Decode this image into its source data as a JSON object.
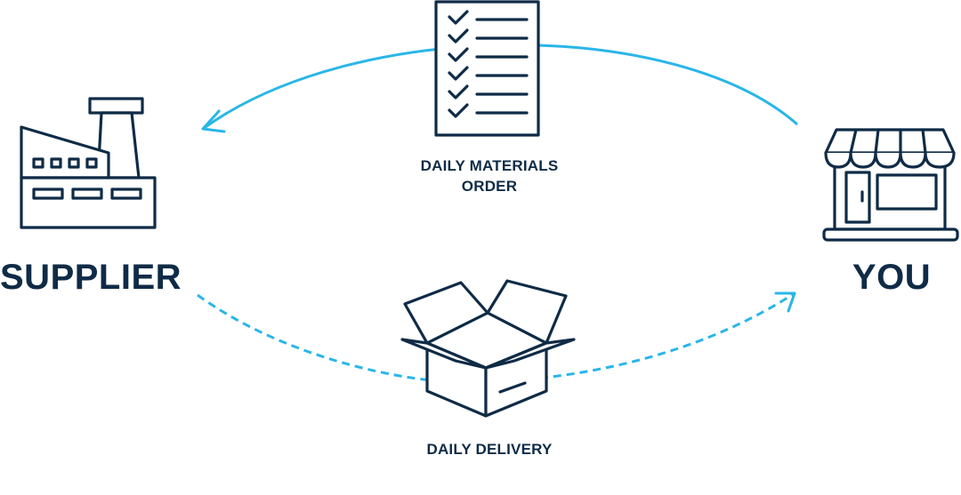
{
  "nodes": {
    "supplier": {
      "label": "SUPPLIER",
      "icon": "factory-icon"
    },
    "you": {
      "label": "YOU",
      "icon": "storefront-icon"
    }
  },
  "steps": {
    "order": {
      "line1": "DAILY MATERIALS",
      "line2": "ORDER",
      "icon": "checklist-icon"
    },
    "delivery": {
      "label": "DAILY DELIVERY",
      "icon": "open-box-icon"
    }
  },
  "colors": {
    "text": "#0f2b46",
    "icon_stroke": "#0f2b46",
    "arrow": "#29b6e8"
  }
}
